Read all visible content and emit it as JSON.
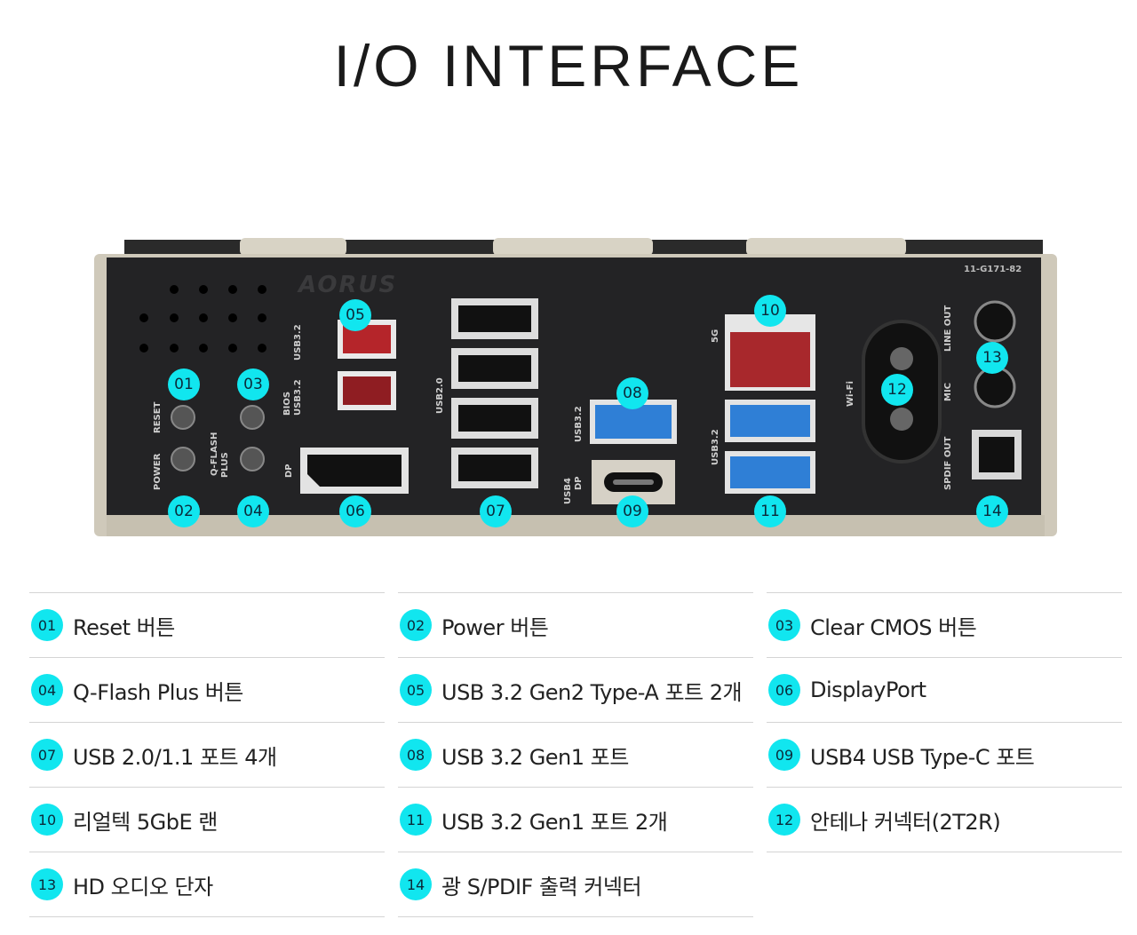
{
  "title": "I/O INTERFACE",
  "panel": {
    "part_number": "11-G171-82",
    "brand": "AORUS",
    "port_labels": {
      "reset": "RESET",
      "power": "POWER",
      "qflash": "Q-FLASH",
      "qflash_plus": "PLUS",
      "usb32_top": "USB3.2",
      "bios_usb32": "BIOS",
      "bios_usb32_b": "USB3.2",
      "dp": "DP",
      "usb20": "USB2.0",
      "usb32_single": "USB3.2",
      "usb4": "USB4",
      "usb4_dp": "DP",
      "lan_5g": "5G",
      "usb32_pair": "USB3.2",
      "wifi": "Wi-Fi",
      "line_out": "LINE OUT",
      "mic": "MIC",
      "spdif_out": "SPDIF OUT"
    }
  },
  "badges": [
    "01",
    "02",
    "03",
    "04",
    "05",
    "06",
    "07",
    "08",
    "09",
    "10",
    "11",
    "12",
    "13",
    "14"
  ],
  "legend": [
    [
      {
        "num": "01",
        "label": "Reset 버튼"
      },
      {
        "num": "04",
        "label": "Q-Flash Plus 버튼"
      },
      {
        "num": "07",
        "label": "USB 2.0/1.1 포트 4개"
      },
      {
        "num": "10",
        "label": "리얼텍 5GbE 랜"
      },
      {
        "num": "13",
        "label": "HD 오디오 단자"
      }
    ],
    [
      {
        "num": "02",
        "label": "Power 버튼"
      },
      {
        "num": "05",
        "label": "USB 3.2 Gen2 Type-A 포트 2개"
      },
      {
        "num": "08",
        "label": "USB 3.2 Gen1 포트"
      },
      {
        "num": "11",
        "label": "USB 3.2 Gen1 포트 2개"
      },
      {
        "num": "14",
        "label": "광 S/PDIF 출력 커넥터"
      }
    ],
    [
      {
        "num": "03",
        "label": "Clear CMOS 버튼"
      },
      {
        "num": "06",
        "label": "DisplayPort"
      },
      {
        "num": "09",
        "label": "USB4 USB Type-C 포트"
      },
      {
        "num": "12",
        "label": "안테나 커넥터(2T2R)"
      }
    ]
  ],
  "colors": {
    "badge": "#11e6ef",
    "panel": "#232325",
    "usb3_blue": "#2f7fd6",
    "usb_red": "#b5252a",
    "frame": "#c9c4b6"
  }
}
